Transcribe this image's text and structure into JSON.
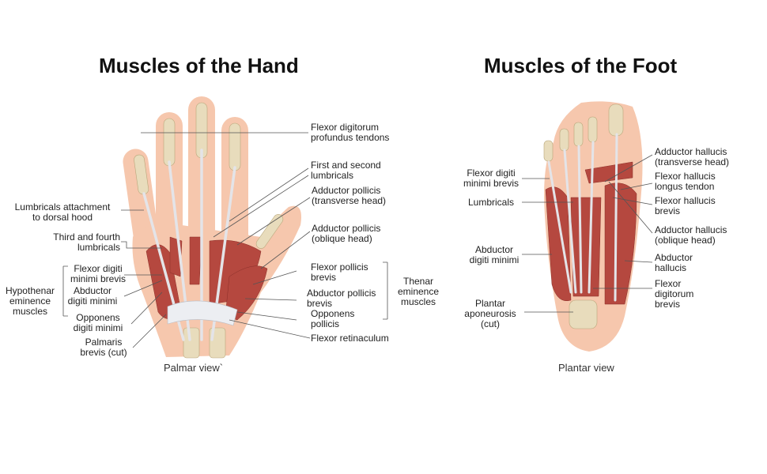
{
  "hand": {
    "title": "Muscles of the Hand",
    "view": "Palmar view`",
    "labels": {
      "fdp": "Flexor digitorum\nprofundus tendons",
      "first_second_lumb": "First and second\nlumbricals",
      "add_poll_trans": "Adductor pollicis\n(transverse head)",
      "add_poll_obl": "Adductor pollicis\n(oblique head)",
      "lumb_attach": "Lumbricals attachment\nto dorsal hood",
      "third_fourth": "Third and fourth\nlumbricals",
      "fdmb": "Flexor digiti\nminimi brevis",
      "hypothenar": "Hypothenar\neminence\nmuscles",
      "adm": "Abductor\ndigiti minimi",
      "odm": "Opponens\ndigiti minimi",
      "palmaris": "Palmaris\nbrevis (cut)",
      "fpb": "Flexor pollicis\nbrevis",
      "apb": "Abductor pollicis\nbrevis",
      "op": "Opponens\npollicis",
      "thenar": "Thenar\neminence\nmuscles",
      "retinaculum": "Flexor retinaculum"
    }
  },
  "foot": {
    "title": "Muscles of the Foot",
    "view": "Plantar view",
    "labels": {
      "fdmb": "Flexor digiti\nminimi brevis",
      "lumb": "Lumbricals",
      "adm": "Abductor\ndigiti minimi",
      "plantar": "Plantar\naponeurosis\n(cut)",
      "ah_trans": "Adductor hallucis\n(transverse head)",
      "fhl": "Flexor hallucis\nlongus tendon",
      "fhb": "Flexor hallucis\nbrevis",
      "ah_obl": "Adductor hallucis\n(oblique head)",
      "abd_hal": "Abductor\nhallucis",
      "fdb": "Flexor\ndigitorum\nbrevis"
    }
  },
  "colors": {
    "muscle": "#b5483f",
    "skin": "#f6c7ad",
    "bone": "#e8dcbc",
    "tendon": "#e4e4e8"
  }
}
